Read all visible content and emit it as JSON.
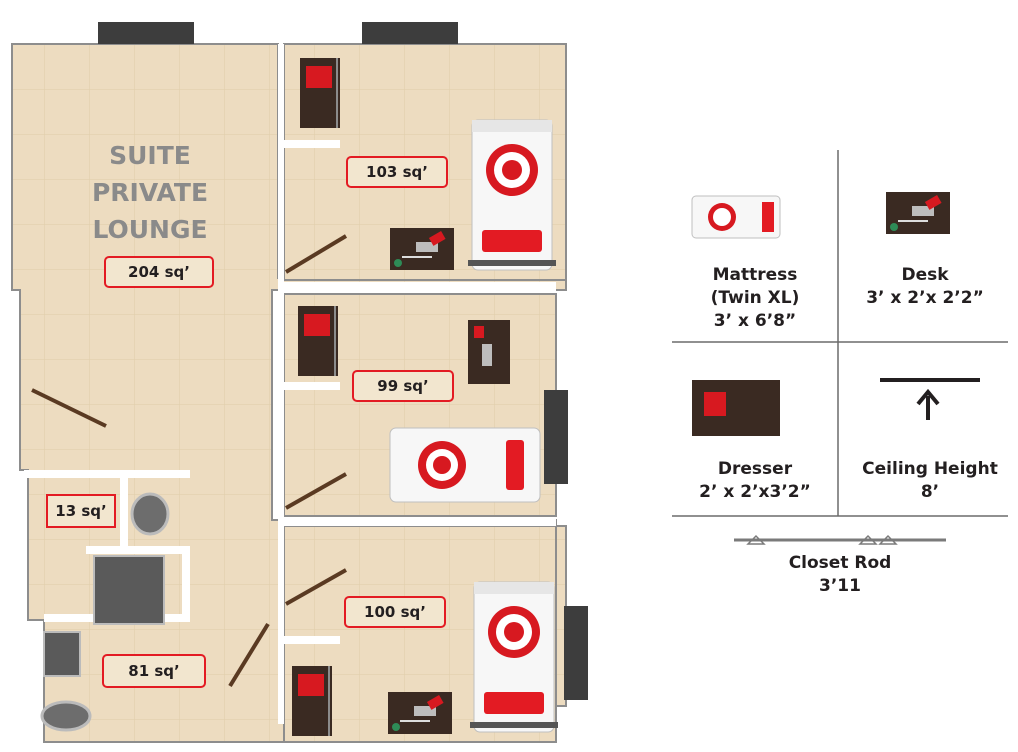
{
  "lounge": {
    "title_lines": [
      "SUITE",
      "PRIVATE",
      "LOUNGE"
    ],
    "area": "204 sq’"
  },
  "rooms": [
    {
      "id": "bedroom-1",
      "area": "103 sq’"
    },
    {
      "id": "bedroom-2",
      "area": "99 sq’"
    },
    {
      "id": "bedroom-3",
      "area": "100 sq’"
    },
    {
      "id": "closet",
      "area": "13 sq’"
    },
    {
      "id": "bathroom",
      "area": "81 sq’"
    }
  ],
  "legend": {
    "mattress": {
      "name_lines": [
        "Mattress",
        "(Twin XL)"
      ],
      "size": "3’ x 6’8”"
    },
    "desk": {
      "name": "Desk",
      "size": "3’ x 2’x 2’2”"
    },
    "dresser": {
      "name": "Dresser",
      "size": "2’ x 2’x3’2”"
    },
    "ceiling": {
      "name": "Ceiling Height",
      "size": "8’"
    },
    "closet_rod": {
      "name": "Closet Rod",
      "size": "3’11"
    }
  },
  "colors": {
    "floor": "#eddcc0",
    "wall": "#ffffff",
    "furniture": "#3a2a22",
    "accent_red": "#d71920",
    "label_border": "#e31b23"
  },
  "icons": [
    "mattress-icon",
    "desk-icon",
    "dresser-icon",
    "arrow-up-icon",
    "closet-rod-icon",
    "window-icon",
    "door-icon",
    "toilet-icon",
    "sink-icon",
    "shower-icon"
  ]
}
